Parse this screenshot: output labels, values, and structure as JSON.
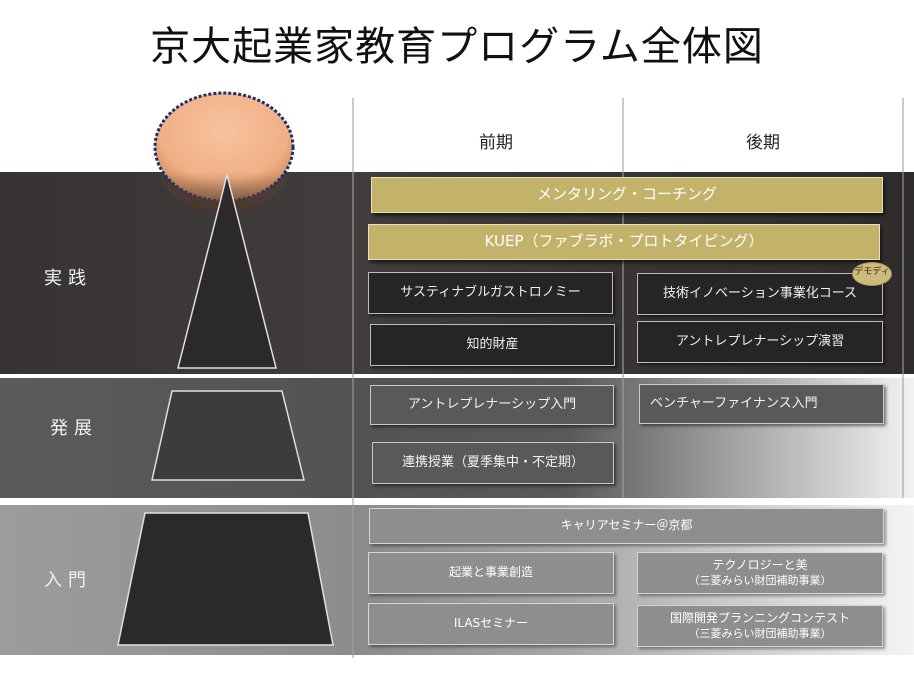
{
  "title": "京大起業家教育プログラム全体図",
  "columns": {
    "early": "前期",
    "late": "後期"
  },
  "levels": {
    "practice": "実践",
    "development": "発展",
    "intro": "入門"
  },
  "colors": {
    "gold": "#c3b36a",
    "circle_fill": "#f3b58c",
    "circle_border": "#1f2f6b",
    "dark_box": "#262424"
  },
  "practice": {
    "mentoring": "メンタリング・コーチング",
    "kuep": "KUEP（ファブラボ・プロトタイピング）",
    "sustainable": "サスティナブルガストロノミー",
    "ip": "知的財産",
    "tech_innovation": "技術イノベーション事業化コース",
    "demo_badge": "デモディ",
    "entre_exercise": "アントレプレナーシップ演習"
  },
  "development": {
    "entre_intro": "アントレプレナーシップ入門",
    "collab": "連携授業（夏季集中・不定期）",
    "venture_finance": "ベンチャーファイナンス入門"
  },
  "intro": {
    "career_seminar": "キャリアセミナー＠京都",
    "startup": "起業と事業創造",
    "ilas": "ILASセミナー",
    "techno_beauty": "テクノロジーと美",
    "techno_beauty_sub": "（三菱みらい財団補助事業）",
    "intl_dev": "国際開発プランニングコンテスト",
    "intl_dev_sub": "（三菱みらい財団補助事業）"
  }
}
